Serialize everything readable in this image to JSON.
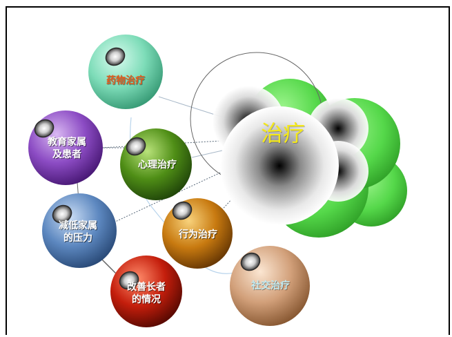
{
  "center": {
    "label": "治疗"
  },
  "nodes": {
    "drug": {
      "label": "药物治疗"
    },
    "education": {
      "line1": "教育家属",
      "line2": "及患者"
    },
    "psych": {
      "label": "心理治疗"
    },
    "pressure": {
      "line1": "减低家属",
      "line2": "的压力"
    },
    "behavior": {
      "label": "行为治疗"
    },
    "improve": {
      "line1": "改善长者",
      "line2": "的情况"
    },
    "social": {
      "label": "社交治疗"
    }
  },
  "colors": {
    "drug": "#7ddcb8",
    "education": "#8c4cc4",
    "psych": "#4f8e16",
    "pressure": "#5d88c0",
    "behavior": "#c87a10",
    "improve": "#c41e0c",
    "social": "#d2a07a",
    "green_cluster": "#55d84a",
    "center_text": "#f4e81a"
  }
}
